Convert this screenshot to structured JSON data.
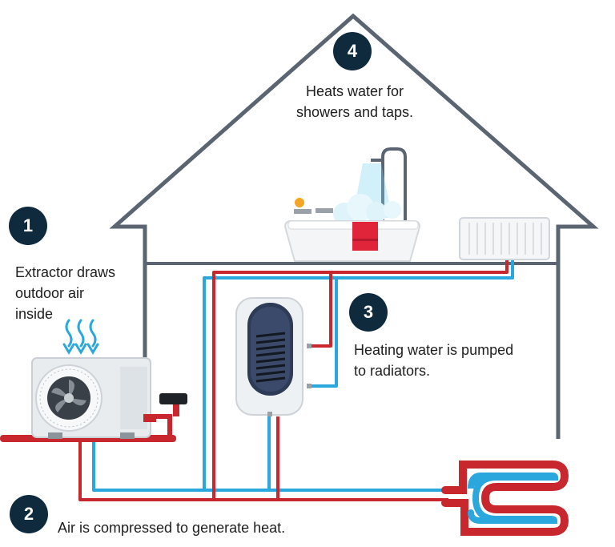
{
  "steps": [
    {
      "number": "1",
      "lines": [
        "Extractor draws",
        "outdoor air",
        "inside"
      ]
    },
    {
      "number": "2",
      "lines": [
        "Air is compressed to generate heat."
      ]
    },
    {
      "number": "3",
      "lines": [
        "Heating water is pumped",
        "to radiators."
      ]
    },
    {
      "number": "4",
      "lines": [
        "Heats water for",
        "showers and taps."
      ]
    }
  ],
  "colors": {
    "house_outline": "#5b6572",
    "badge": "#0f2a3d",
    "hot_pipe": "#c8272e",
    "cold_pipe": "#2aa7dc",
    "towel": "#e0243a"
  }
}
